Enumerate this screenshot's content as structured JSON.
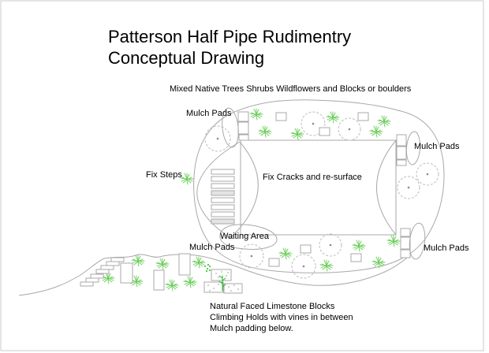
{
  "title": {
    "line1": "Patterson Half Pipe Rudimentry",
    "line2": "Conceptual Drawing"
  },
  "labels": {
    "site_note": "Mixed Native Trees Shrubs Wildflowers and Blocks or boulders",
    "mulch_pads": "Mulch Pads",
    "fix_steps": "Fix Steps",
    "fix_cracks": "Fix Cracks and re-surface",
    "waiting_area": "Waiting Area",
    "limestone_note_line1": "Natural Faced Limestone Blocks",
    "limestone_note_line2": "Climbing Holds with vines in between",
    "limestone_note_line3": "Mulch padding below."
  },
  "colors": {
    "line": "#a9a9a9",
    "tree_outline": "#bdbdbd",
    "shrub_green": "#66cc55",
    "vine_green": "#22bb22",
    "text": "#000000",
    "background": "#ffffff",
    "page_border": "#cbcbcb"
  }
}
